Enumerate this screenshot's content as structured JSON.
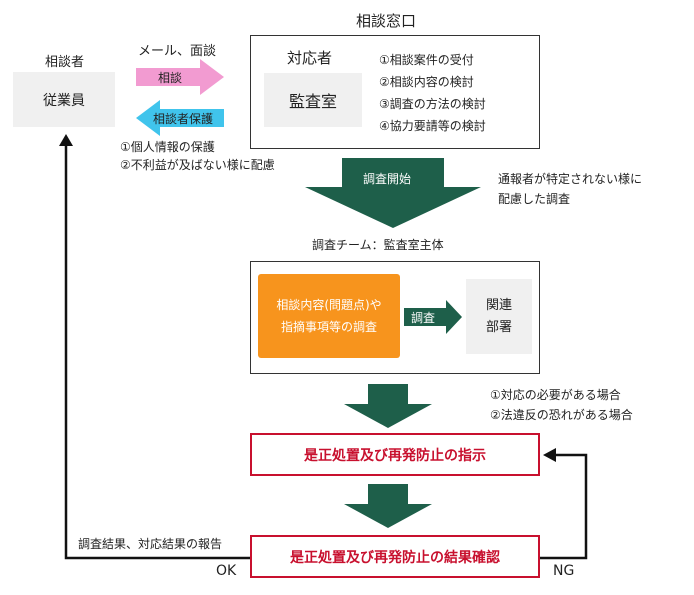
{
  "consultation_window": {
    "title": "相談窓口",
    "responder_label": "対応者",
    "responder": "監査室",
    "tasks": [
      "①相談案件の受付",
      "②相談内容の検討",
      "③調査の方法の検討",
      "④協力要請等の検討"
    ]
  },
  "consultant": {
    "label": "相談者",
    "employee": "従業員"
  },
  "channel": {
    "label": "メール、面談",
    "consult_arrow": "相談",
    "protect_arrow": "相談者保護",
    "protections": [
      "①個人情報の保護",
      "②不利益が及ばない様に配慮"
    ]
  },
  "investigation_start": {
    "arrow_label": "調査開始",
    "note_lines": [
      "通報者が特定されない様に",
      "配慮した調査"
    ]
  },
  "team": {
    "title": "調査チーム：監査室主体",
    "investigation_lines": [
      "相談内容(問題点)や",
      "指摘事項等の調査"
    ],
    "investigate_arrow": "調査",
    "related_lines": [
      "関連",
      "部署"
    ]
  },
  "conditions": [
    "①対応の必要がある場合",
    "②法違反の恐れがある場合"
  ],
  "instruction": "是正処置及び再発防止の指示",
  "confirmation": "是正処置及び再発防止の結果確認",
  "report_label": "調査結果、対応結果の報告",
  "ok_label": "OK",
  "ng_label": "NG",
  "colors": {
    "dark_green": "#1e5f4a",
    "pink": "#f29bd1",
    "cyan": "#40c4ec",
    "orange": "#f7941d",
    "gray_fill": "#f0f0f0",
    "red": "#c8102e"
  }
}
